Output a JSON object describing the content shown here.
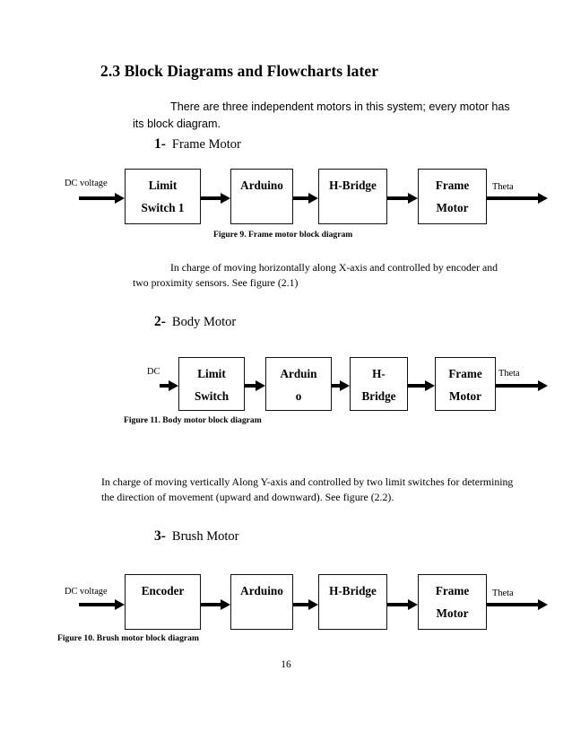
{
  "document": {
    "page_number": "16",
    "section_heading": "2.3 Block Diagrams and Flowcharts later",
    "intro_paragraph": "There are three independent motors in this system; every motor has its block diagram."
  },
  "sections": [
    {
      "number": "1-",
      "title": "Frame Motor",
      "caption": "Figure 9. Frame motor block diagram",
      "input_label": "DC voltage",
      "output_label": "Theta",
      "blocks": [
        {
          "label": "Limit\nSwitch 1"
        },
        {
          "label": "Arduino"
        },
        {
          "label": "H-Bridge"
        },
        {
          "label": "Frame\nMotor"
        }
      ],
      "description": ""
    },
    {
      "number": "2-",
      "title": "Body Motor",
      "caption": "Figure 11. Body motor block diagram",
      "input_label": "DC",
      "output_label": "Theta",
      "blocks": [
        {
          "label": "Limit\nSwitch"
        },
        {
          "label": "Arduin\no"
        },
        {
          "label": "H-\nBridge"
        },
        {
          "label": "Frame\nMotor"
        }
      ],
      "description": "In charge of moving vertically Along Y-axis and controlled by two limit switches for determining the direction of movement (upward and downward). See figure (2.2)."
    },
    {
      "number": "3-",
      "title": "Brush Motor",
      "caption": "Figure 10. Brush motor block diagram",
      "input_label": "DC voltage",
      "output_label": "Theta",
      "blocks": [
        {
          "label": "Encoder"
        },
        {
          "label": "Arduino"
        },
        {
          "label": "H-Bridge"
        },
        {
          "label": "Frame\nMotor"
        }
      ],
      "description": ""
    }
  ],
  "paragraphs": {
    "frame_motor_desc": "In charge of moving horizontally along X-axis and controlled by encoder and two proximity sensors. See figure (2.1)",
    "body_motor_desc": "In charge of moving vertically Along Y-axis and controlled by two limit switches for determining the direction of movement (upward and downward). See figure (2.2)."
  }
}
